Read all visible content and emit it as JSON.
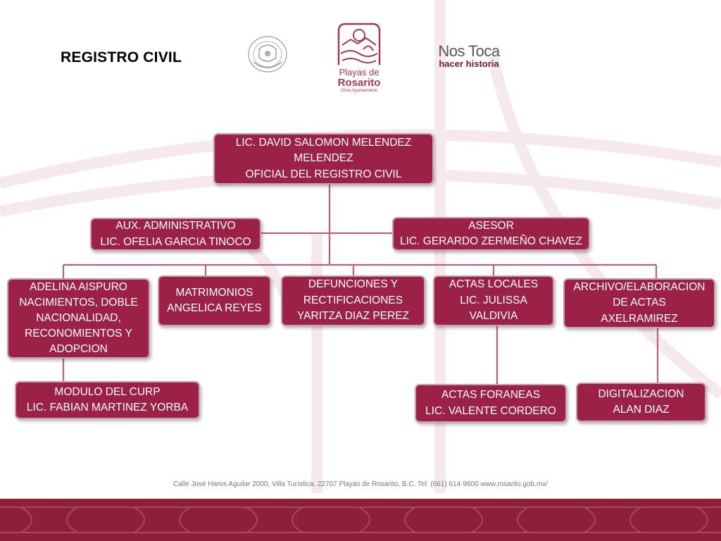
{
  "header": {
    "title": "REGISTRO CIVIL"
  },
  "logos": {
    "seal": {
      "icon": "municipal-seal-icon"
    },
    "rosarito": {
      "icon": "playas-de-rosarito-logo-icon",
      "line1": "Playas de",
      "line2": "Rosarito",
      "line3": "10mo Ayuntamiento"
    },
    "slogan": {
      "line1": "Nos Toca",
      "line2": "hacer historia"
    }
  },
  "org_chart": {
    "head": {
      "lines": [
        "LIC. DAVID SALOMON MELENDEZ",
        "MELENDEZ",
        "OFICIAL DEL REGISTRO CIVIL"
      ]
    },
    "staff": [
      {
        "lines": [
          "AUX. ADMINISTRATIVO",
          "LIC. OFELIA GARCIA TINOCO"
        ]
      },
      {
        "lines": [
          "ASESOR",
          "LIC. GERARDO ZERMEÑO CHAVEZ"
        ]
      }
    ],
    "departments": [
      {
        "lines": [
          "ADELINA AISPURO",
          "NACIMIENTOS, DOBLE",
          "NACIONALIDAD,",
          "RECONOMIENTOS Y",
          "ADOPCION"
        ]
      },
      {
        "lines": [
          "MATRIMONIOS",
          "ANGELICA REYES"
        ]
      },
      {
        "lines": [
          "DEFUNCIONES Y",
          "RECTIFICACIONES",
          "YARITZA DIAZ PEREZ"
        ]
      },
      {
        "lines": [
          "ACTAS LOCALES",
          "LIC. JULISSA",
          "VALDIVIA"
        ]
      },
      {
        "lines": [
          "ARCHIVO/ELABORACION",
          "DE ACTAS",
          "AXELRAMIREZ"
        ]
      }
    ],
    "subunits": [
      {
        "lines": [
          "MODULO DEL CURP",
          "LIC. FABIAN MARTINEZ YORBA"
        ]
      },
      {
        "lines": [
          "ACTAS FORANEAS",
          "LIC. VALENTE CORDERO"
        ]
      },
      {
        "lines": [
          "DIGITALIZACION",
          "ALAN DIAZ"
        ]
      }
    ]
  },
  "footer": {
    "address": "Calle José Haros Aguilar 2000, Villa Turística, 22707 Playas de Rosarito, B.C. Tel: (661) 614-9600  www.rosarito.gob.mx/"
  },
  "colors": {
    "box_fill": "#9b2246",
    "box_border": "#c8a0ad",
    "connector": "#b8607e",
    "footer_band": "#8b2038"
  }
}
